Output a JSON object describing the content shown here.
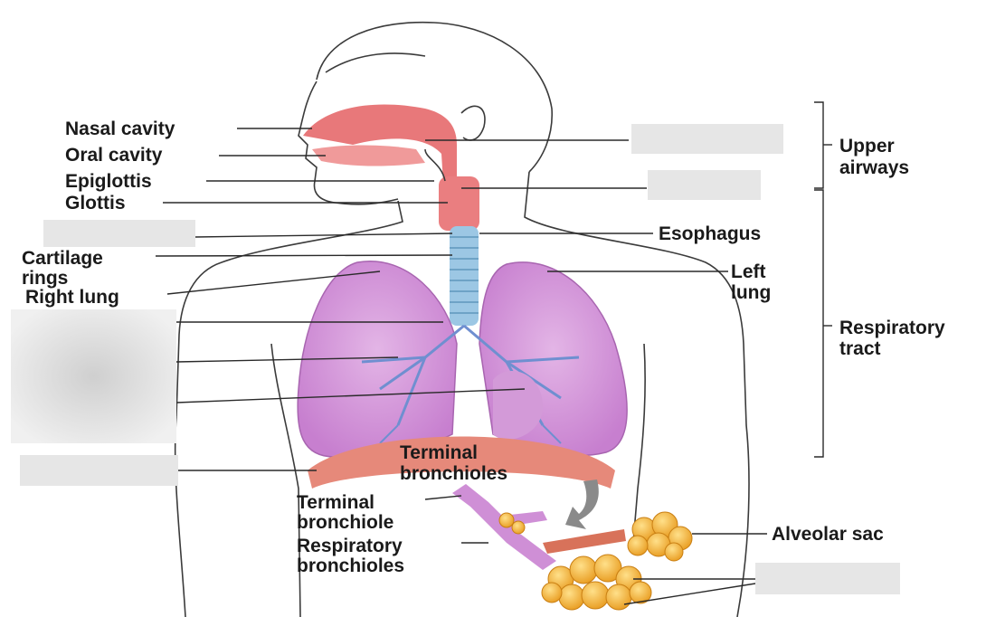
{
  "labels": {
    "nasal_cavity": "Nasal cavity",
    "oral_cavity": "Oral cavity",
    "epiglottis": "Epiglottis",
    "glottis": "Glottis",
    "cartilage_rings_1": "Cartilage",
    "cartilage_rings_2": "rings",
    "right_lung": "Right lung",
    "esophagus": "Esophagus",
    "left_lung_1": "Left",
    "left_lung_2": "lung",
    "upper_airways_1": "Upper",
    "upper_airways_2": "airways",
    "respiratory_tract_1": "Respiratory",
    "respiratory_tract_2": "tract",
    "terminal_bronchioles_1": "Terminal",
    "terminal_bronchioles_2": "bronchioles",
    "terminal_bronchiole_1": "Terminal",
    "terminal_bronchiole_2": "bronchiole",
    "respiratory_bronchioles_1": "Respiratory",
    "respiratory_bronchioles_2": "bronchioles",
    "alveolar_sac": "Alveolar sac"
  },
  "colors": {
    "airway": "#e8787a",
    "trachea": "#9cc7e4",
    "lung": "#cf8fd6",
    "diaphragm": "#e6897a",
    "alveoli": "#f3b23a"
  }
}
